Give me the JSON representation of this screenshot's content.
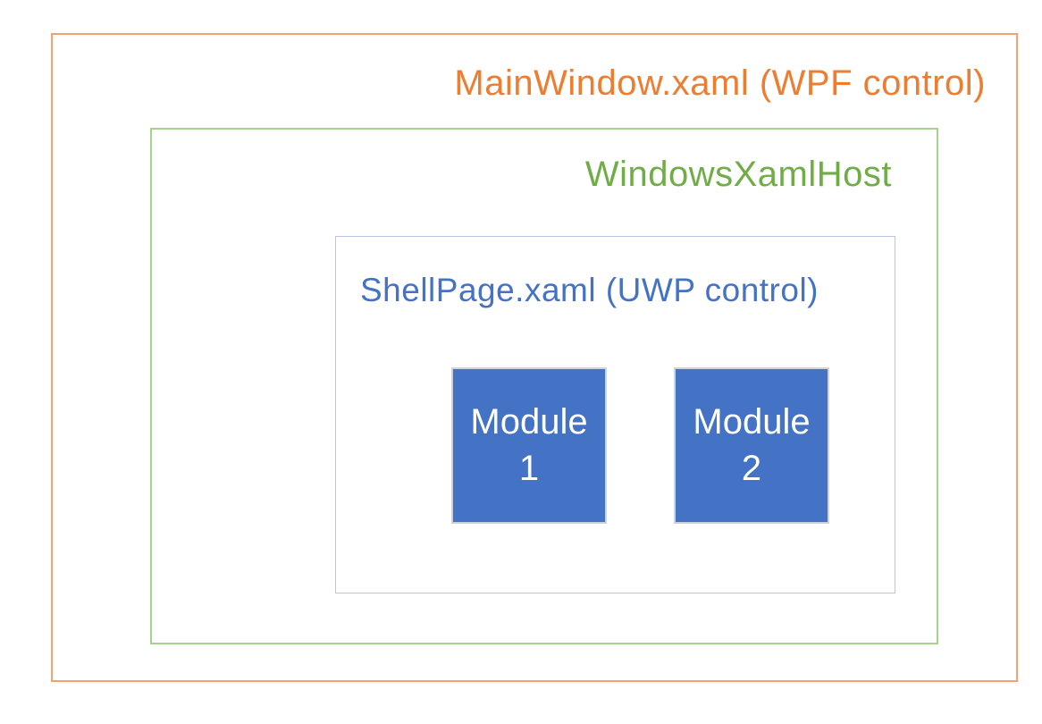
{
  "colors": {
    "background": "#FFFFFF",
    "mainwindow_text": "#ED7D31",
    "mainwindow_border": "#F2A170",
    "xamlhost_text": "#70AD47",
    "xamlhost_border": "#A9D18E",
    "shellpage_text": "#4472C4",
    "shellpage_border": "#B4C7E7",
    "module_fill": "#4472C4",
    "module_border": "#CDD3DE",
    "module_text": "#FFFFFF"
  },
  "diagram": {
    "mainwindow": {
      "label": "MainWindow.xaml (WPF control)"
    },
    "xamlhost": {
      "label": "WindowsXamlHost"
    },
    "shellpage": {
      "label": "ShellPage.xaml (UWP control)"
    },
    "modules": [
      {
        "name": "Module",
        "number": "1"
      },
      {
        "name": "Module",
        "number": "2"
      }
    ]
  }
}
